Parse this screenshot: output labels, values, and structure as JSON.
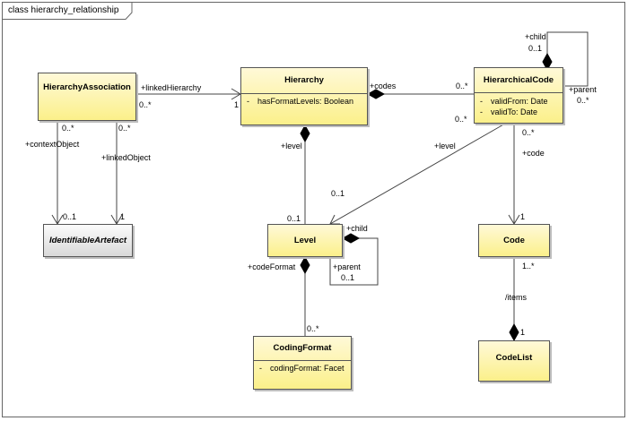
{
  "diagram": {
    "frame_title": "class hierarchy_relationship",
    "classes": {
      "hierarchy_association": {
        "name": "HierarchyAssociation"
      },
      "hierarchy": {
        "name": "Hierarchy",
        "attributes": [
          {
            "visibility": "-",
            "text": "hasFormatLevels: Boolean"
          }
        ]
      },
      "hierarchical_code": {
        "name": "HierarchicalCode",
        "attributes": [
          {
            "visibility": "-",
            "text": "validFrom: Date"
          },
          {
            "visibility": "-",
            "text": "validTo: Date"
          }
        ]
      },
      "identifiable_artefact": {
        "name": "IdentifiableArtefact"
      },
      "level": {
        "name": "Level"
      },
      "code": {
        "name": "Code"
      },
      "coding_format": {
        "name": "CodingFormat",
        "attributes": [
          {
            "visibility": "-",
            "text": "codingFormat: Facet"
          }
        ]
      },
      "code_list": {
        "name": "CodeList"
      }
    },
    "labels": {
      "linked_hierarchy_role": "+linkedHierarchy",
      "linked_hierarchy_mult_src": "0..*",
      "linked_hierarchy_mult_tgt": "1",
      "codes_role": "+codes",
      "codes_mult": "0..*",
      "child_code_role": "+child",
      "child_code_mult": "0..1",
      "parent_code_role": "+parent",
      "parent_code_mult": "0..*",
      "context_object_role": "+contextObject",
      "context_object_mult_src": "0..*",
      "context_object_mult_tgt": "0..1",
      "linked_object_role": "+linkedObject",
      "linked_object_mult_src": "0..*",
      "linked_object_mult_tgt": "1",
      "hierarchy_level_role": "+level",
      "hierarchy_level_mult": "0..1",
      "hc_level_role": "+level",
      "hc_level_mult_src": "0..*",
      "hc_level_mult_tgt": "0..1",
      "level_child_role": "+child",
      "level_parent_role": "+parent",
      "level_parent_mult": "0..1",
      "code_format_role": "+codeFormat",
      "code_format_mult": "0..*",
      "hc_code_mult_src": "0..*",
      "hc_code_role": "+code",
      "hc_code_mult_tgt": "1",
      "items_mult_src": "1..*",
      "items_role": "/items",
      "items_mult_tgt": "1"
    }
  }
}
